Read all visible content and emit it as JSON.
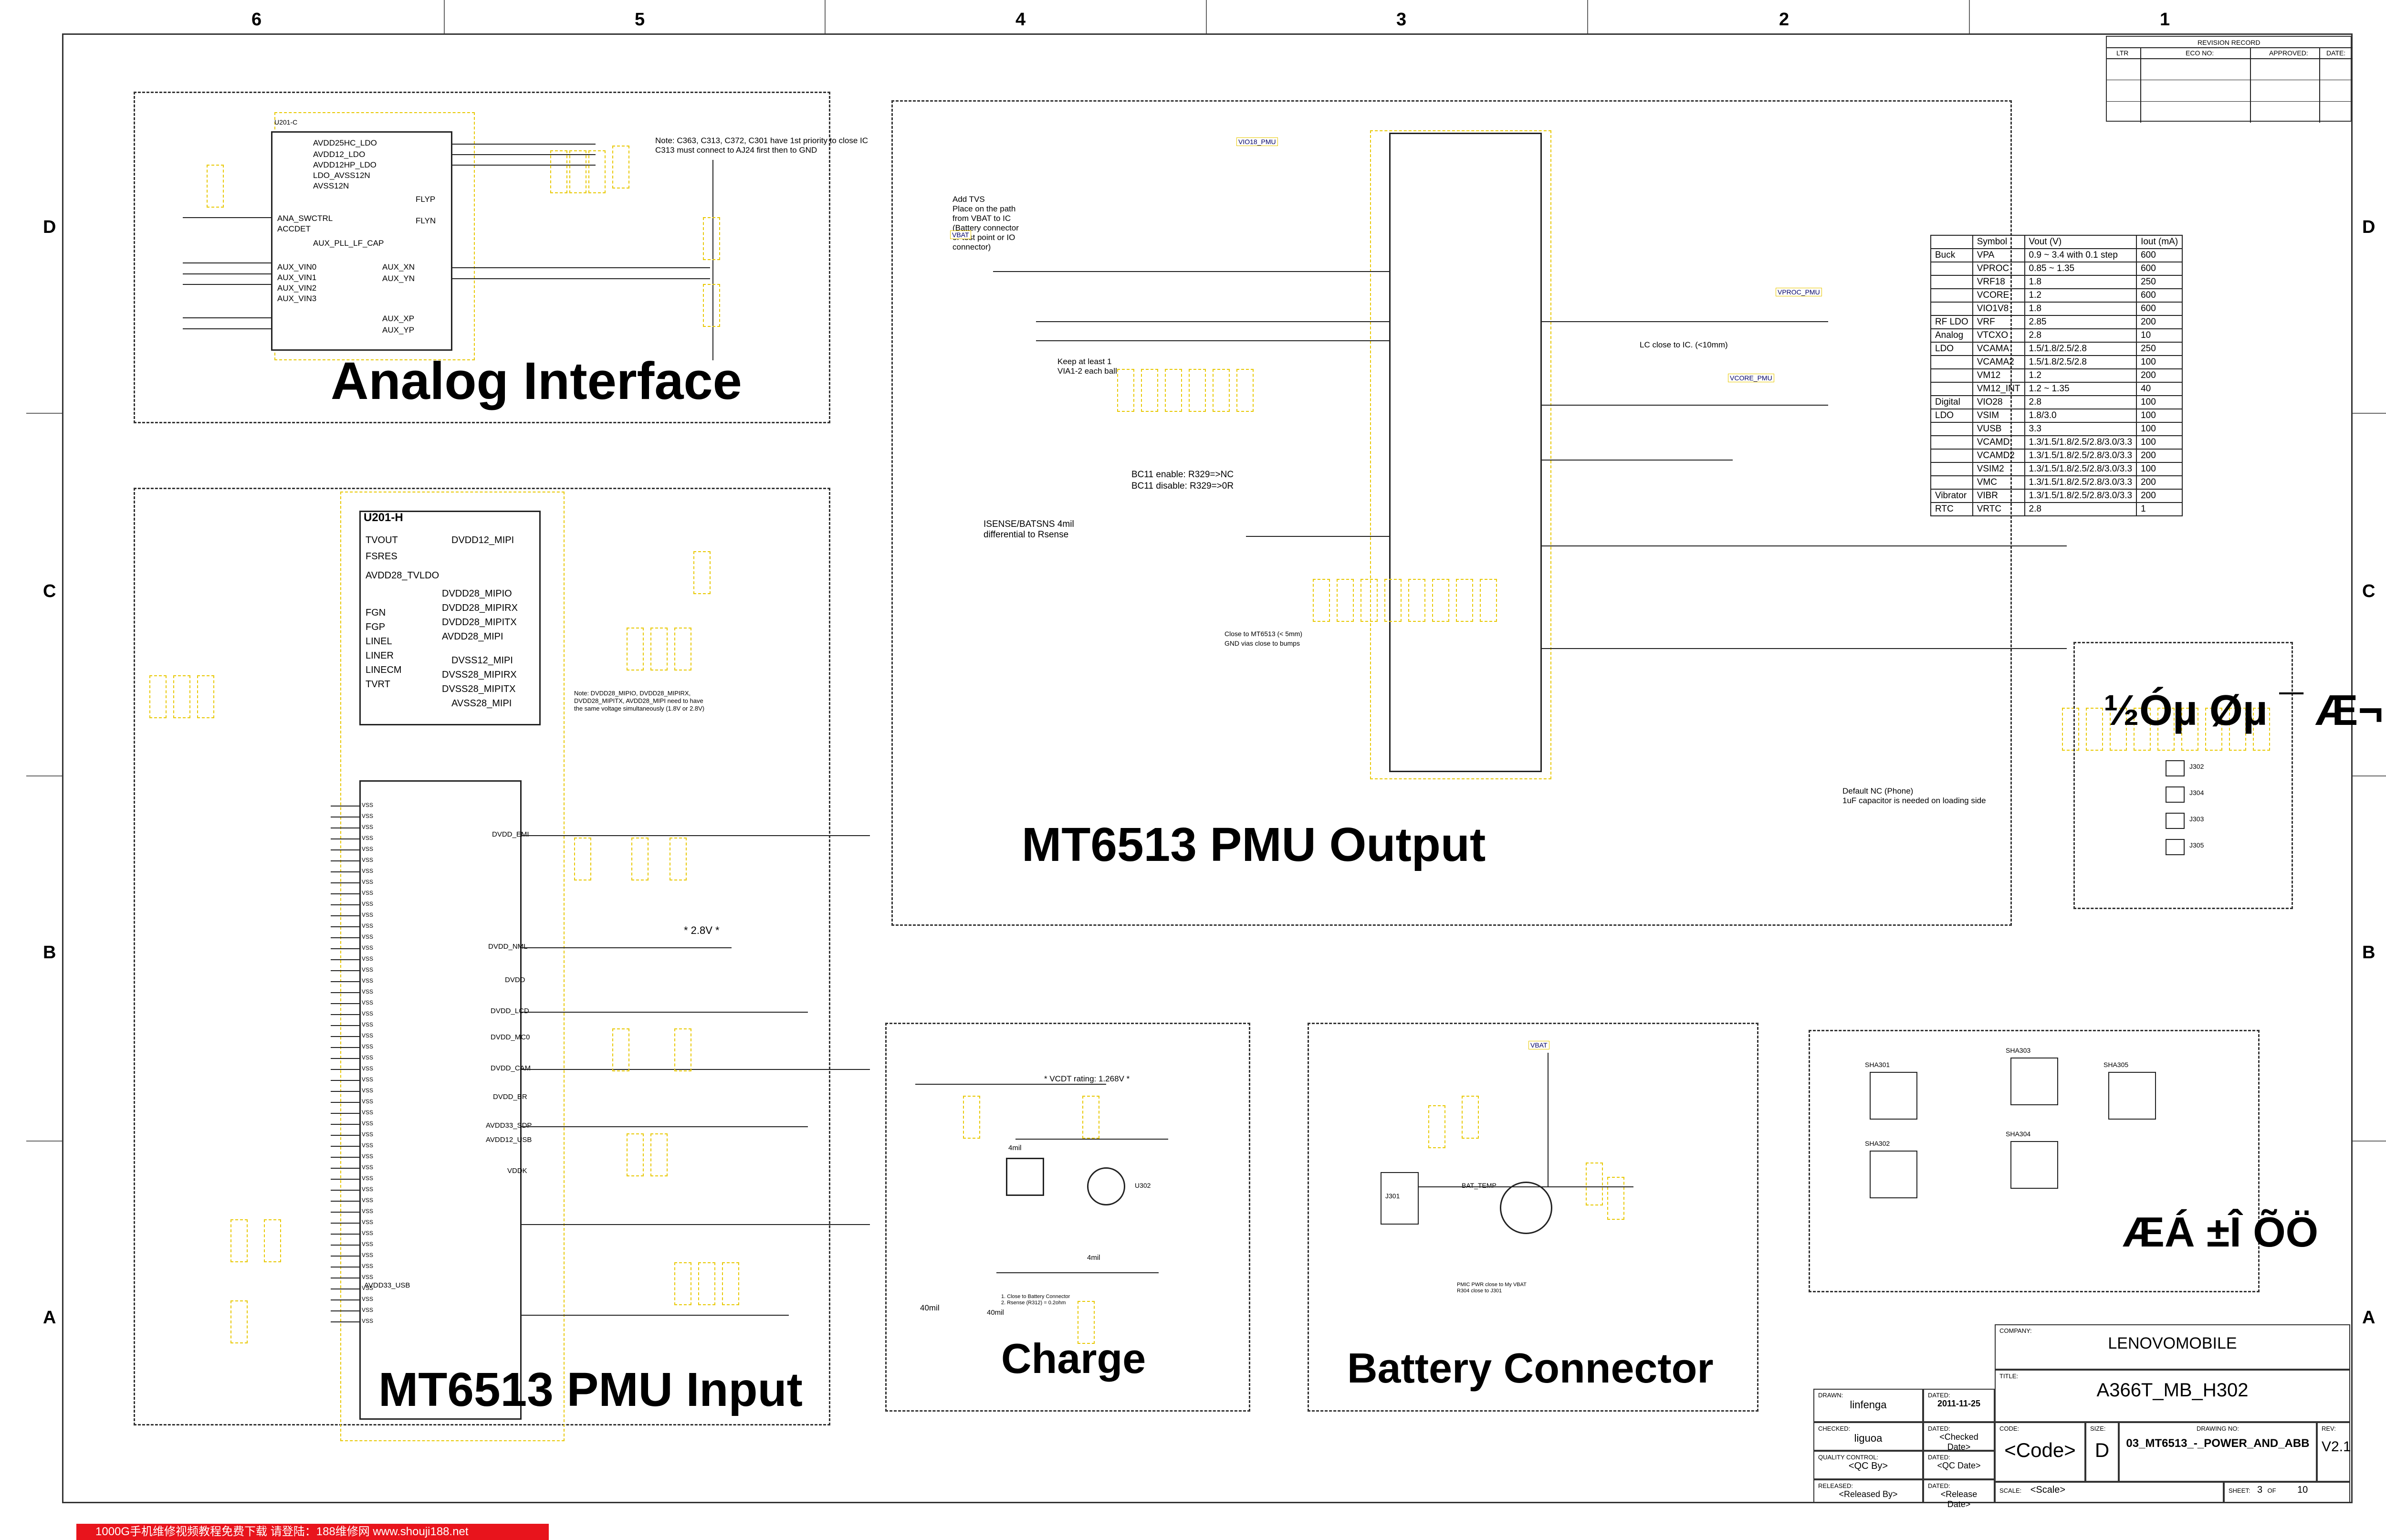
{
  "zones": {
    "columns": [
      "6",
      "5",
      "4",
      "3",
      "2",
      "1"
    ],
    "rows": [
      "D",
      "C",
      "B",
      "A"
    ]
  },
  "blocks": {
    "analog_interface": "Analog Interface",
    "pmu_input": "MT6513 PMU Input",
    "pmu_output": "MT6513 PMU Output",
    "charge": "Charge",
    "battery_connector": "Battery Connector",
    "garbled_1": "½Óµ Øµ ¯ Æ¬",
    "garbled_2": "ÆÁ ±Î ÕÖ"
  },
  "analog": {
    "chip_ref": "U201-C",
    "pins_left": [
      "AVDD25HC_LDO",
      "AVDD12_LDO",
      "AVDD12HP_LDO",
      "LDO_AVSS12N",
      "AVSS12N",
      "ANA_SWCTRL",
      "ACCDET",
      "AUX_PLL_LF_CAP",
      "AUX_XN",
      "AUX_YN",
      "AUX_XP",
      "AUX_YP"
    ],
    "pins_right": [
      "FLYP",
      "FLYN",
      "AUX_VIN0",
      "AUX_VIN1",
      "AUX_VIN2",
      "AUX_VIN3"
    ],
    "note": "Note: C363, C313, C372, C301 have 1st priority to close IC\nC313 must connect to AJ24 first then to GND"
  },
  "pmu_input": {
    "chip_ref": "U201-H",
    "pins_left": [
      "TVOUT",
      "FSRES",
      "AVDD28_TVLDO",
      "FGN",
      "FGP",
      "LINEL",
      "LINER",
      "LINECM",
      "TVRT"
    ],
    "pins_right": [
      "DVDD12_MIPI",
      "DVDD28_MIPIO",
      "DVDD28_MIPIRX",
      "DVDD28_MIPITX",
      "AVDD28_MIPI",
      "DVSS12_MIPI",
      "DVSS28_MIPIRX",
      "DVSS28_MIPITX",
      "AVSS28_MIPI"
    ],
    "note": "Note: DVDD28_MIPIO, DVDD28_MIPIRX,\nDVDD28_MIPITX, AVDD28_MIPI need to have\nthe same voltage simultaneously (1.8V or 2.8V)",
    "voltage_note": "* 2.8V *",
    "vss_label": "VSS",
    "power_rails": [
      "DVDD_EMI",
      "DVDD_NML",
      "DVDD",
      "DVDD_LCD",
      "DVDD_MC0",
      "DVDD_CAM",
      "DVDD_BR",
      "AVDD33_SDP",
      "AVDD12_USB",
      "VDDK",
      "AVDD33_USB"
    ]
  },
  "pmu_output": {
    "note_tvs": "Add TVS\nPlace on the path\nfrom VBAT to IC\n(Battery connector\nor test point or IO\nconnector)",
    "note_keep": "Keep at least 1\nVIA1-2 each ball",
    "note_bc11": "BC11 enable: R329=>NC\nBC11 disable: R329=>0R",
    "note_isense": "ISENSE/BATSNS 4mil\ndifferential to Rsense",
    "note_close": "Close to MT6513 (< 5mm)\nGND vias close to bumps",
    "note_lc": "LC close to IC. (<10mm)",
    "note_default": "Default NC (Phone)\n1uF capacitor is needed on loading side",
    "net_vbat": "VBAT",
    "net_vproc": "VPROC_PMU",
    "net_vcore": "VCORE_PMU",
    "net_vio": "VIO18_PMU"
  },
  "voltage_table": {
    "headers": [
      "",
      "Symbol",
      "Vout (V)",
      "Iout (mA)"
    ],
    "rows": [
      [
        "Buck",
        "VPA",
        "0.9 ~ 3.4 with 0.1 step",
        "600"
      ],
      [
        "",
        "VPROC",
        "0.85 ~ 1.35",
        "600"
      ],
      [
        "",
        "VRF18",
        "1.8",
        "250"
      ],
      [
        "",
        "VCORE",
        "1.2",
        "600"
      ],
      [
        "",
        "VIO1V8",
        "1.8",
        "600"
      ],
      [
        "RF LDO",
        "VRF",
        "2.85",
        "200"
      ],
      [
        "Analog",
        "VTCXO",
        "2.8",
        "10"
      ],
      [
        "LDO",
        "VCAMA",
        "1.5/1.8/2.5/2.8",
        "250"
      ],
      [
        "",
        "VCAMA2",
        "1.5/1.8/2.5/2.8",
        "100"
      ],
      [
        "",
        "VM12",
        "1.2",
        "200"
      ],
      [
        "",
        "VM12_INT",
        "1.2 ~ 1.35",
        "40"
      ],
      [
        "Digital",
        "VIO28",
        "2.8",
        "100"
      ],
      [
        "LDO",
        "VSIM",
        "1.8/3.0",
        "100"
      ],
      [
        "",
        "VUSB",
        "3.3",
        "100"
      ],
      [
        "",
        "VCAMD",
        "1.3/1.5/1.8/2.5/2.8/3.0/3.3",
        "100"
      ],
      [
        "",
        "VCAMD2",
        "1.3/1.5/1.8/2.5/2.8/3.0/3.3",
        "200"
      ],
      [
        "",
        "VSIM2",
        "1.3/1.5/1.8/2.5/2.8/3.0/3.3",
        "100"
      ],
      [
        "",
        "VMC",
        "1.3/1.5/1.8/2.5/2.8/3.0/3.3",
        "200"
      ],
      [
        "Vibrator",
        "VIBR",
        "1.3/1.5/1.8/2.5/2.8/3.0/3.3",
        "200"
      ],
      [
        "RTC",
        "VRTC",
        "2.8",
        "1"
      ]
    ]
  },
  "charge": {
    "note_vcdt": "* VCDT rating: 1.268V *",
    "labels": [
      "40mil",
      "4mil",
      "4mil",
      "40mil"
    ],
    "q_ref": "U302",
    "note": "1. Close to Battery Connector\n2. Rsense (R312) = 0.2ohm"
  },
  "battery": {
    "conn_ref": "J301",
    "net": "VBAT",
    "therm": "BAT_TEMP",
    "note": "PMIC PWR close to My VBAT\nR304 close to J301"
  },
  "connectors": [
    "J302",
    "J304",
    "J303",
    "J305"
  ],
  "shields": [
    "SHA301",
    "SHA303",
    "SHA305",
    "SHA302",
    "SHA304"
  ],
  "revision": {
    "title": "REVISION RECORD",
    "headers": [
      "LTR",
      "ECO NO:",
      "APPROVED:",
      "DATE:"
    ]
  },
  "title_block": {
    "company_label": "COMPANY:",
    "company": "LENOVOMOBILE",
    "title_label": "TITLE:",
    "title": "A366T_MB_H302",
    "drawn_label": "DRAWN:",
    "drawn": "linfenga",
    "drawn_dated_label": "DATED:",
    "drawn_date": "2011-11-25",
    "checked_label": "CHECKED:",
    "checked": "liguoa",
    "checked_dated_label": "DATED:",
    "checked_date": "<Checked Date>",
    "qc_label": "QUALITY CONTROL:",
    "qc": "<QC By>",
    "qc_dated_label": "DATED:",
    "qc_date": "<QC Date>",
    "released_label": "RELEASED:",
    "released": "<Released By>",
    "released_dated_label": "DATED:",
    "released_date": "<Release Date>",
    "code_label": "CODE:",
    "code": "<Code>",
    "size_label": "SIZE:",
    "size": "D",
    "drawing_label": "DRAWING NO:",
    "drawing": "03_MT6513_-_POWER_AND_ABB",
    "rev_label": "REV:",
    "rev": "V2.1",
    "scale_label": "SCALE:",
    "scale": "<Scale>",
    "sheet_label": "SHEET:",
    "sheet": "3",
    "of_label": "OF",
    "of": "10"
  },
  "banner": "1000G手机维修视频教程免费下载 请登陆：188维修网 www.shouji188.net"
}
